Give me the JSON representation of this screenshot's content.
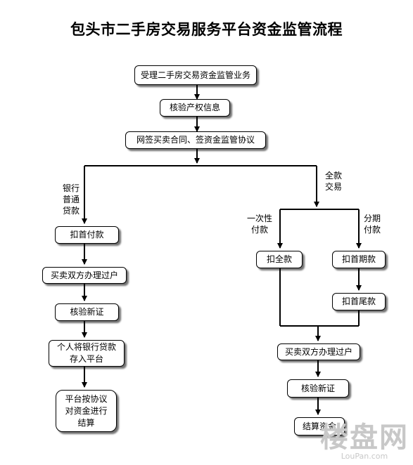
{
  "title": "包头市二手房交易服务平台资金监管流程",
  "boxes": {
    "accept": "受理二手房交易资金监管业务",
    "verify_title": "核验产权信息",
    "contract": "网签买卖合同、签资金监管协议",
    "loan_down": "扣首付款",
    "loan_transfer": "买卖双方办理过户",
    "loan_cert": "核验新证",
    "loan_deposit": "个人将银行贷款\n存入平台",
    "loan_settle": "平台按协议\n对资金进行\n结算",
    "full_once": "扣全款",
    "full_first": "扣首期款",
    "full_tail": "扣首尾款",
    "full_transfer": "买卖双方办理过户",
    "full_cert": "核验新证",
    "full_settle": "结算资金"
  },
  "labels": {
    "bank_loan": "银行\n普通\n贷款",
    "full_payment": "全款\n交易",
    "one_time": "一次性\n付款",
    "installment": "分期\n付款"
  },
  "watermark": {
    "logo": "楼盘网",
    "url": "LouPan.com"
  }
}
